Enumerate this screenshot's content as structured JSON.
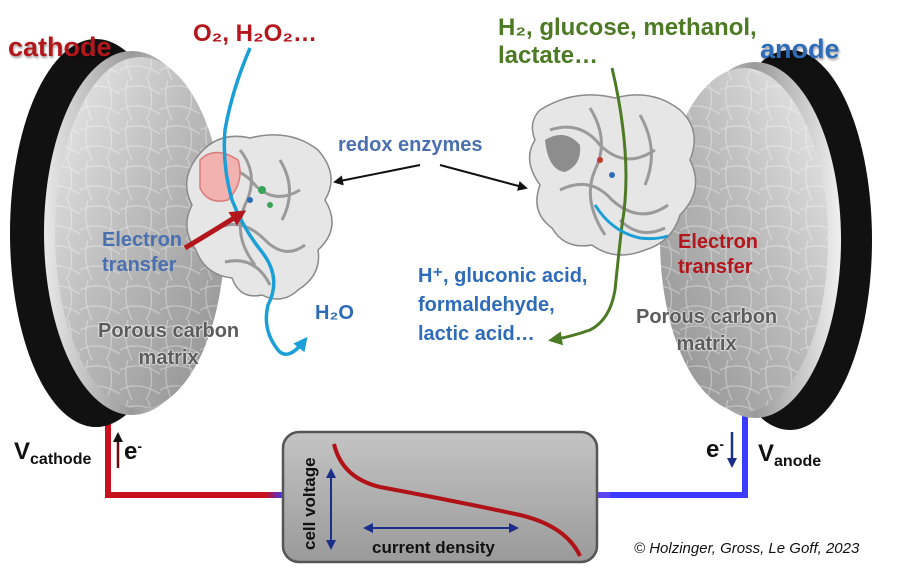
{
  "labels": {
    "cathode": "cathode",
    "anode": "anode",
    "cathode_substrates": "O₂, H₂O₂…",
    "anode_substrates": [
      "H₂, glucose, methanol,",
      "lactate…"
    ],
    "redox_enzymes": "redox enzymes",
    "electron_transfer_cathode": [
      "Electron",
      "transfer"
    ],
    "electron_transfer_anode": [
      "Electron",
      "transfer"
    ],
    "porous_carbon_cathode": [
      "Porous carbon",
      "matrix"
    ],
    "porous_carbon_anode": [
      "Porous carbon",
      "matrix"
    ],
    "water": "H₂O",
    "anode_products": [
      "H⁺, gluconic acid,",
      "formaldehyde,",
      "lactic acid…"
    ],
    "v_cathode": "V",
    "v_cathode_sub": "cathode",
    "v_anode": "V",
    "v_anode_sub": "anode",
    "electron_cathode": "e",
    "electron_anode": "e",
    "electron_sup": "-",
    "graph_y": "cell voltage",
    "graph_x": "current density",
    "copyright": "© Holzinger, Gross, Le Goff, 2023"
  },
  "colors": {
    "cathode": "#b3161b",
    "anode": "#2e6bb8",
    "substrate_anode": "#4d7a24",
    "wire_cathode": "#c8101e",
    "wire_anode": "#3b3bff",
    "curve": "#b01218",
    "graph_arrows": "#1a2e8a",
    "electrode_face": "#c8c8c8",
    "electrode_rim": "#111111"
  },
  "icons": [
    "cathode-electrode-disk",
    "anode-electrode-disk",
    "cathode-enzyme-structure",
    "anode-enzyme-structure"
  ]
}
